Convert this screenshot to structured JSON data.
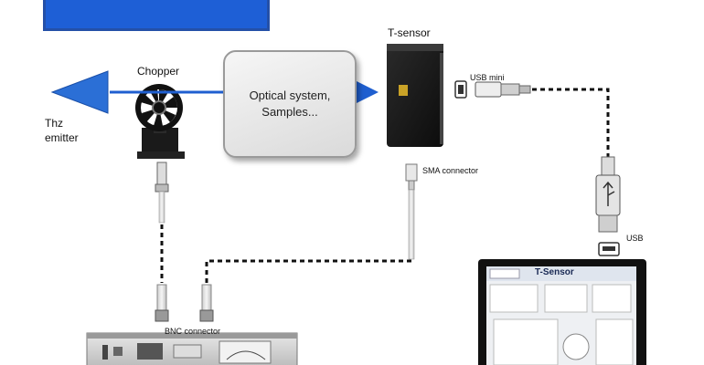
{
  "labels": {
    "thz_emitter_line1": "Thz",
    "thz_emitter_line2": "emitter",
    "chopper": "Chopper",
    "optical_line1": "Optical system,",
    "optical_line2": "Samples...",
    "t_sensor": "T-sensor",
    "usb_mini": "USB mini",
    "sma_connector": "SMA connector",
    "usb": "USB",
    "bnc_connector": "BNC connector"
  },
  "screen": {
    "app_title": "T-Sensor"
  },
  "colors": {
    "beam": "#1f5fd0",
    "emitter": "#2b6fd6",
    "banner": "#1e5fd6",
    "cable_dash": "#111111"
  }
}
